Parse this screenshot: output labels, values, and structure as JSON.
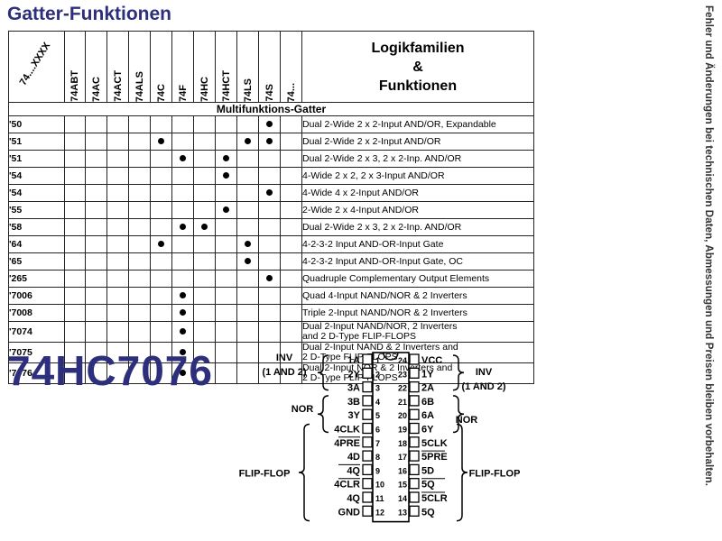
{
  "title": "Gatter-Funktionen",
  "side_note": "Fehler und Änderungen bei technischen Daten, Abmessungen und Preisen bleiben vorbehalten.",
  "table": {
    "corner_label": "74....XXXX",
    "families": [
      "74ABT",
      "74AC",
      "74ACT",
      "74ALS",
      "74C",
      "74F",
      "74HC",
      "74HCT",
      "74LS",
      "74S",
      "74..."
    ],
    "header_right_lines": [
      "Logikfamilien",
      "&",
      "Funktionen"
    ],
    "section": "Multifunktions-Gatter",
    "rows": [
      {
        "label": "'50",
        "dots": [
          9
        ],
        "desc": [
          "Dual 2-Wide 2 x 2-Input AND/OR, Expandable"
        ]
      },
      {
        "label": "'51",
        "dots": [
          4,
          8,
          9
        ],
        "desc": [
          "Dual 2-Wide 2 x 2-Input AND/OR"
        ]
      },
      {
        "label": "'51",
        "dots": [
          5,
          7
        ],
        "desc": [
          "Dual 2-Wide 2 x 3, 2 x 2-Inp. AND/OR"
        ]
      },
      {
        "label": "'54",
        "dots": [
          7
        ],
        "desc": [
          "4-Wide 2 x 2, 2 x 3-Input AND/OR"
        ]
      },
      {
        "label": "'54",
        "dots": [
          9
        ],
        "desc": [
          "4-Wide 4 x 2-Input AND/OR"
        ]
      },
      {
        "label": "'55",
        "dots": [
          7
        ],
        "desc": [
          "2-Wide 2 x 4-Input AND/OR"
        ]
      },
      {
        "label": "'58",
        "dots": [
          5,
          6
        ],
        "desc": [
          "Dual 2-Wide 2 x 3, 2 x 2-Inp. AND/OR"
        ]
      },
      {
        "label": "'64",
        "dots": [
          4,
          8
        ],
        "desc": [
          "4-2-3-2 Input AND-OR-Input Gate"
        ]
      },
      {
        "label": "'65",
        "dots": [
          8
        ],
        "desc": [
          "4-2-3-2 Input AND-OR-Input Gate, OC"
        ]
      },
      {
        "label": "'265",
        "dots": [
          9
        ],
        "desc": [
          "Quadruple Complementary Output Elements"
        ]
      },
      {
        "label": "'7006",
        "dots": [
          5
        ],
        "desc": [
          "Quad 4-Input NAND/NOR & 2 Inverters"
        ]
      },
      {
        "label": "'7008",
        "dots": [
          5
        ],
        "desc": [
          "Triple 2-Input NAND/NOR & 2 Inverters"
        ]
      },
      {
        "label": "'7074",
        "dots": [
          5
        ],
        "desc": [
          "Dual 2-Input NAND/NOR, 2 Inverters",
          "and 2 D-Type FLIP-FLOPS"
        ]
      },
      {
        "label": "'7075",
        "dots": [
          5
        ],
        "desc": [
          "Dual 2-Input NAND & 2 Inverters and",
          "2 D-Type FLIP-FLOPS"
        ]
      },
      {
        "label": "'7076",
        "dots": [
          5
        ],
        "desc": [
          "Dual 2-Input NOR & 2 Inverters and",
          "2 D-Type FLIP-FLOPS"
        ]
      }
    ]
  },
  "part_number": "74HC7076",
  "pinout": {
    "left_pins": [
      {
        "num": "1",
        "name": "1A"
      },
      {
        "num": "2",
        "name": "2Y"
      },
      {
        "num": "3",
        "name": "3A"
      },
      {
        "num": "4",
        "name": "3B"
      },
      {
        "num": "5",
        "name": "3Y"
      },
      {
        "num": "6",
        "name": "4CLK"
      },
      {
        "num": "7",
        "name": "4PRE"
      },
      {
        "num": "8",
        "name": "4D"
      },
      {
        "num": "9",
        "name": "4Q"
      },
      {
        "num": "10",
        "name": "4CLR"
      },
      {
        "num": "11",
        "name": "4Q"
      },
      {
        "num": "12",
        "name": "GND"
      }
    ],
    "right_pins": [
      {
        "num": "24",
        "name": "VCC"
      },
      {
        "num": "23",
        "name": "1Y"
      },
      {
        "num": "22",
        "name": "2A"
      },
      {
        "num": "21",
        "name": "6B"
      },
      {
        "num": "20",
        "name": "6A"
      },
      {
        "num": "19",
        "name": "6Y"
      },
      {
        "num": "18",
        "name": "5CLK"
      },
      {
        "num": "17",
        "name": "5PRE"
      },
      {
        "num": "16",
        "name": "5D"
      },
      {
        "num": "15",
        "name": "5Q"
      },
      {
        "num": "14",
        "name": "5CLR"
      },
      {
        "num": "13",
        "name": "5Q"
      }
    ],
    "group_labels": {
      "inv_left_1": "INV",
      "inv_left_2": "(1 AND 2)",
      "nor_left": "NOR",
      "flipflop_left": "FLIP-FLOP",
      "inv_right_1": "INV",
      "inv_right_2": "(1 AND 2)",
      "nor_right": "NOR",
      "flipflop_right": "FLIP-FLOP"
    }
  }
}
